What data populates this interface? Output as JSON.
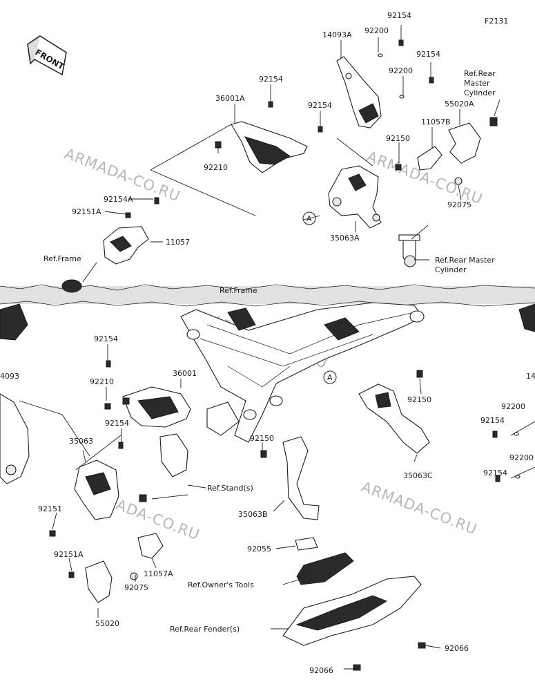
{
  "diagram_code": "F2131",
  "front_arrow_label": "FRONT",
  "watermark": "ARMADA-CO.RU",
  "callout_marker": "A",
  "labels": {
    "p14093A": "14093A",
    "p92200_1": "92200",
    "p92154_top": "92154",
    "p92154_r": "92154",
    "p92200_2": "92200",
    "ref_rmc_top": "Ref.Rear\nMaster\nCylinder",
    "p36001A": "36001A",
    "p92154_a": "92154",
    "p92154_b": "92154",
    "p11057B": "11057B",
    "p55020A": "55020A",
    "p92150_top": "92150",
    "p92210_top": "92210",
    "p92075_top": "92075",
    "p92154A": "92154A",
    "p92151A_top": "92151A",
    "p11057": "11057",
    "p35063A": "35063A",
    "ref_frame": "Ref.Frame",
    "ref_rmc_bottom": "Ref.Rear Master\nCylinder",
    "ref_frame_cut": "Ref.Frame",
    "p14093_left": "4093",
    "p14_right": "14",
    "p92154_l1": "92154",
    "p36001": "36001",
    "p92210_b": "92210",
    "p92154_l2": "92154",
    "p35063": "35063",
    "p92150_mid": "92150",
    "p92150_right": "92150",
    "p92200_r1": "92200",
    "p92154_r1": "92154",
    "p92200_r2": "92200",
    "p92154_r2": "92154",
    "p35063C": "35063C",
    "ref_stands": "Ref.Stand(s)",
    "p92151": "92151",
    "p35063B": "35063B",
    "p92055": "92055",
    "p92151A": "92151A",
    "p11057A": "11057A",
    "p92075": "92075",
    "ref_owners_tools": "Ref.Owner's Tools",
    "p55020": "55020",
    "ref_rear_fender": "Ref.Rear Fender(s)",
    "p92066_r": "92066",
    "p92066_b": "92066"
  }
}
